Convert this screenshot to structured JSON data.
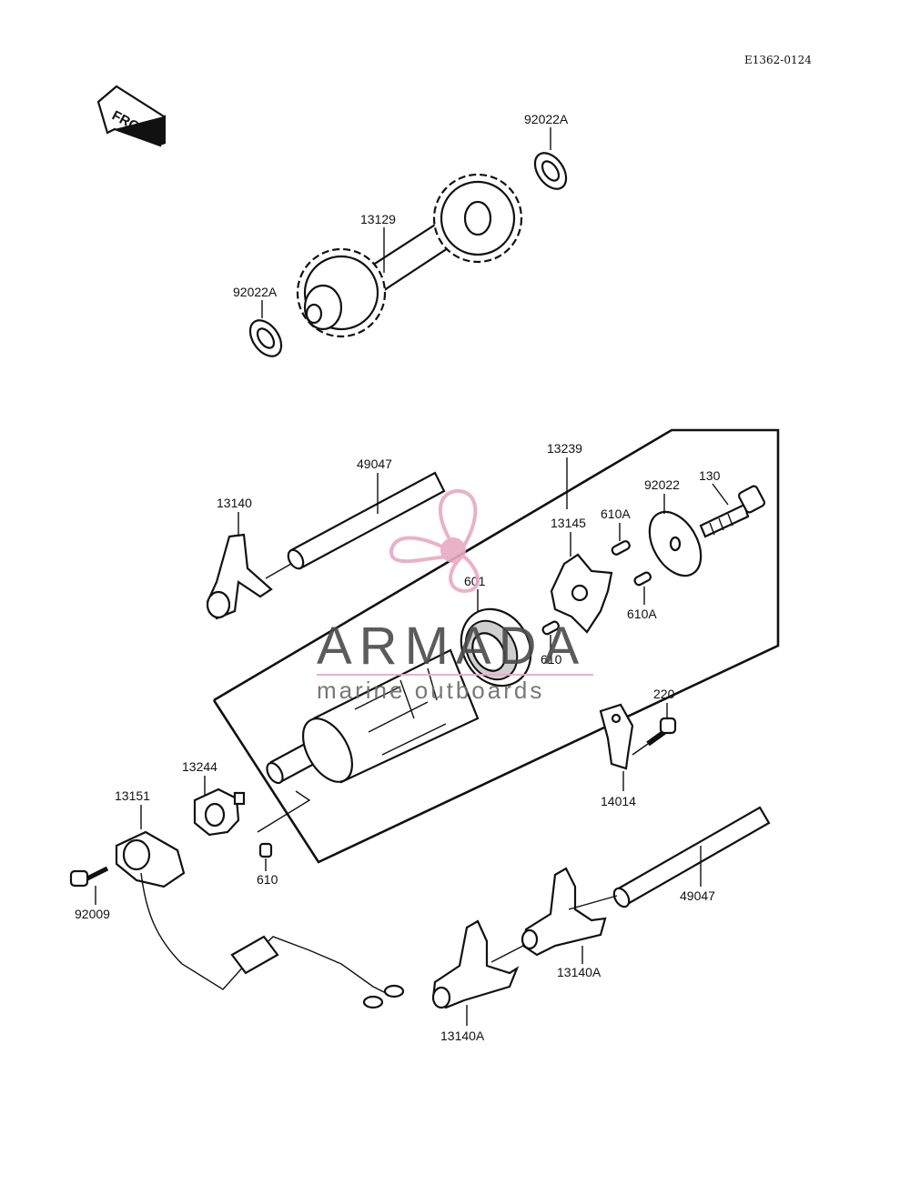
{
  "diagram_code": "E1362-0124",
  "front_arrow_label": "FRONT",
  "watermark": {
    "brand": "ARMADA",
    "tagline": "marine outboards",
    "logo_color": "#e8a9c4"
  },
  "part_labels": {
    "washer_top": "92022A",
    "shaft_gear": "13129",
    "washer_left": "92022A",
    "sleeve_box": "13239",
    "rod_upper": "49047",
    "fork_upper": "13140",
    "plate_star": "13145",
    "pin_a_upper": "610A",
    "pin_a_lower": "610A",
    "washer_large": "92022",
    "bolt_top": "130",
    "bearing": "601",
    "pin_610_mid": "610",
    "screw_220": "220",
    "plate_14014": "14014",
    "cam_13244": "13244",
    "switch_13151": "13151",
    "bolt_92009": "92009",
    "pin_610_low": "610",
    "rod_lower": "49047",
    "fork_a_right": "13140A",
    "fork_a_left": "13140A"
  }
}
